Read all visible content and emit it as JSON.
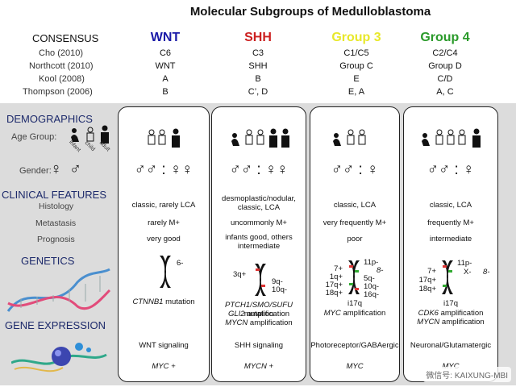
{
  "title": "Molecular Subgroups of Medulloblastoma",
  "consensus_label": "CONSENSUS",
  "groups": [
    {
      "name": "WNT",
      "color": "#1a1aa8",
      "studies": [
        "C6",
        "WNT",
        "A",
        "B"
      ]
    },
    {
      "name": "SHH",
      "color": "#cc1f1f",
      "studies": [
        "C3",
        "SHH",
        "B",
        "C’, D"
      ]
    },
    {
      "name": "Group 3",
      "color": "#e8e82a",
      "studies": [
        "C1/C5",
        "Group C",
        "E",
        "E, A"
      ]
    },
    {
      "name": "Group 4",
      "color": "#2a9a2a",
      "studies": [
        "C2/C4",
        "Group D",
        "C/D",
        "A, C"
      ]
    }
  ],
  "studies": [
    "Cho (2010)",
    "Northcott (2010)",
    "Kool (2008)",
    "Thompson (2006)"
  ],
  "sections": {
    "demographics": "DEMOGRAPHICS",
    "age_group": "Age Group:",
    "age_labels": [
      "infant",
      "child",
      "adult"
    ],
    "gender": "Gender:",
    "clinical": "CLINICAL FEATURES",
    "histology": "Histology",
    "metastasis": "Metastasis",
    "prognosis": "Prognosis",
    "genetics": "GENETICS",
    "gene_expression": "GENE EXPRESSION"
  },
  "symbols": {
    "female": "♀",
    "male": "♂"
  },
  "genders": [
    "♂♂ : ♀♀",
    "♂♂ : ♀♀",
    "♂♂ : ♀",
    "♂♂ : ♀"
  ],
  "histology": [
    "classic, rarely LCA",
    "desmoplastic/nodular, classic, LCA",
    "classic, LCA",
    "classic, LCA"
  ],
  "metastasis": [
    "rarely M+",
    "uncommonly M+",
    "very frequently M+",
    "frequently M+"
  ],
  "prognosis": [
    "very good",
    "infants good, others intermediate",
    "poor",
    "intermediate"
  ],
  "wnt_gen": {
    "chr": "6-",
    "mutation": "CTNNB1",
    "mutation_suffix": "mutation"
  },
  "shh_gen": {
    "left": "3q+",
    "right": [
      "9q-",
      "10q-"
    ],
    "line1": "PTCH1/SMO/SUFU",
    "line1b": "mutation",
    "line2": "GLI2",
    "line2b": "amplification",
    "line3": "MYCN",
    "line3b": "amplification"
  },
  "g3_gen": {
    "left": [
      "7+",
      "1q+",
      "17q+",
      "18q+"
    ],
    "right": [
      "11p-",
      "8-",
      "5q-",
      "10q-",
      "16q-"
    ],
    "chr": "i17q",
    "line1": "MYC",
    "line1b": "amplification"
  },
  "g4_gen": {
    "left": [
      "7+",
      "17q+",
      "18q+"
    ],
    "right": [
      "11p-",
      "X-",
      "8-"
    ],
    "chr": "i17q",
    "line1": "CDK6",
    "line1b": "amplification",
    "line2": "MYCN",
    "line2b": "amplification"
  },
  "expression": [
    "WNT signaling",
    "SHH signaling",
    "Photoreceptor/GABAergic",
    "Neuronal/Glutamatergic"
  ],
  "bottom": [
    "MYC +",
    "MYCN +",
    "MYC",
    "MYC"
  ],
  "watermark": "微信号: KAIXUNG-MBI"
}
